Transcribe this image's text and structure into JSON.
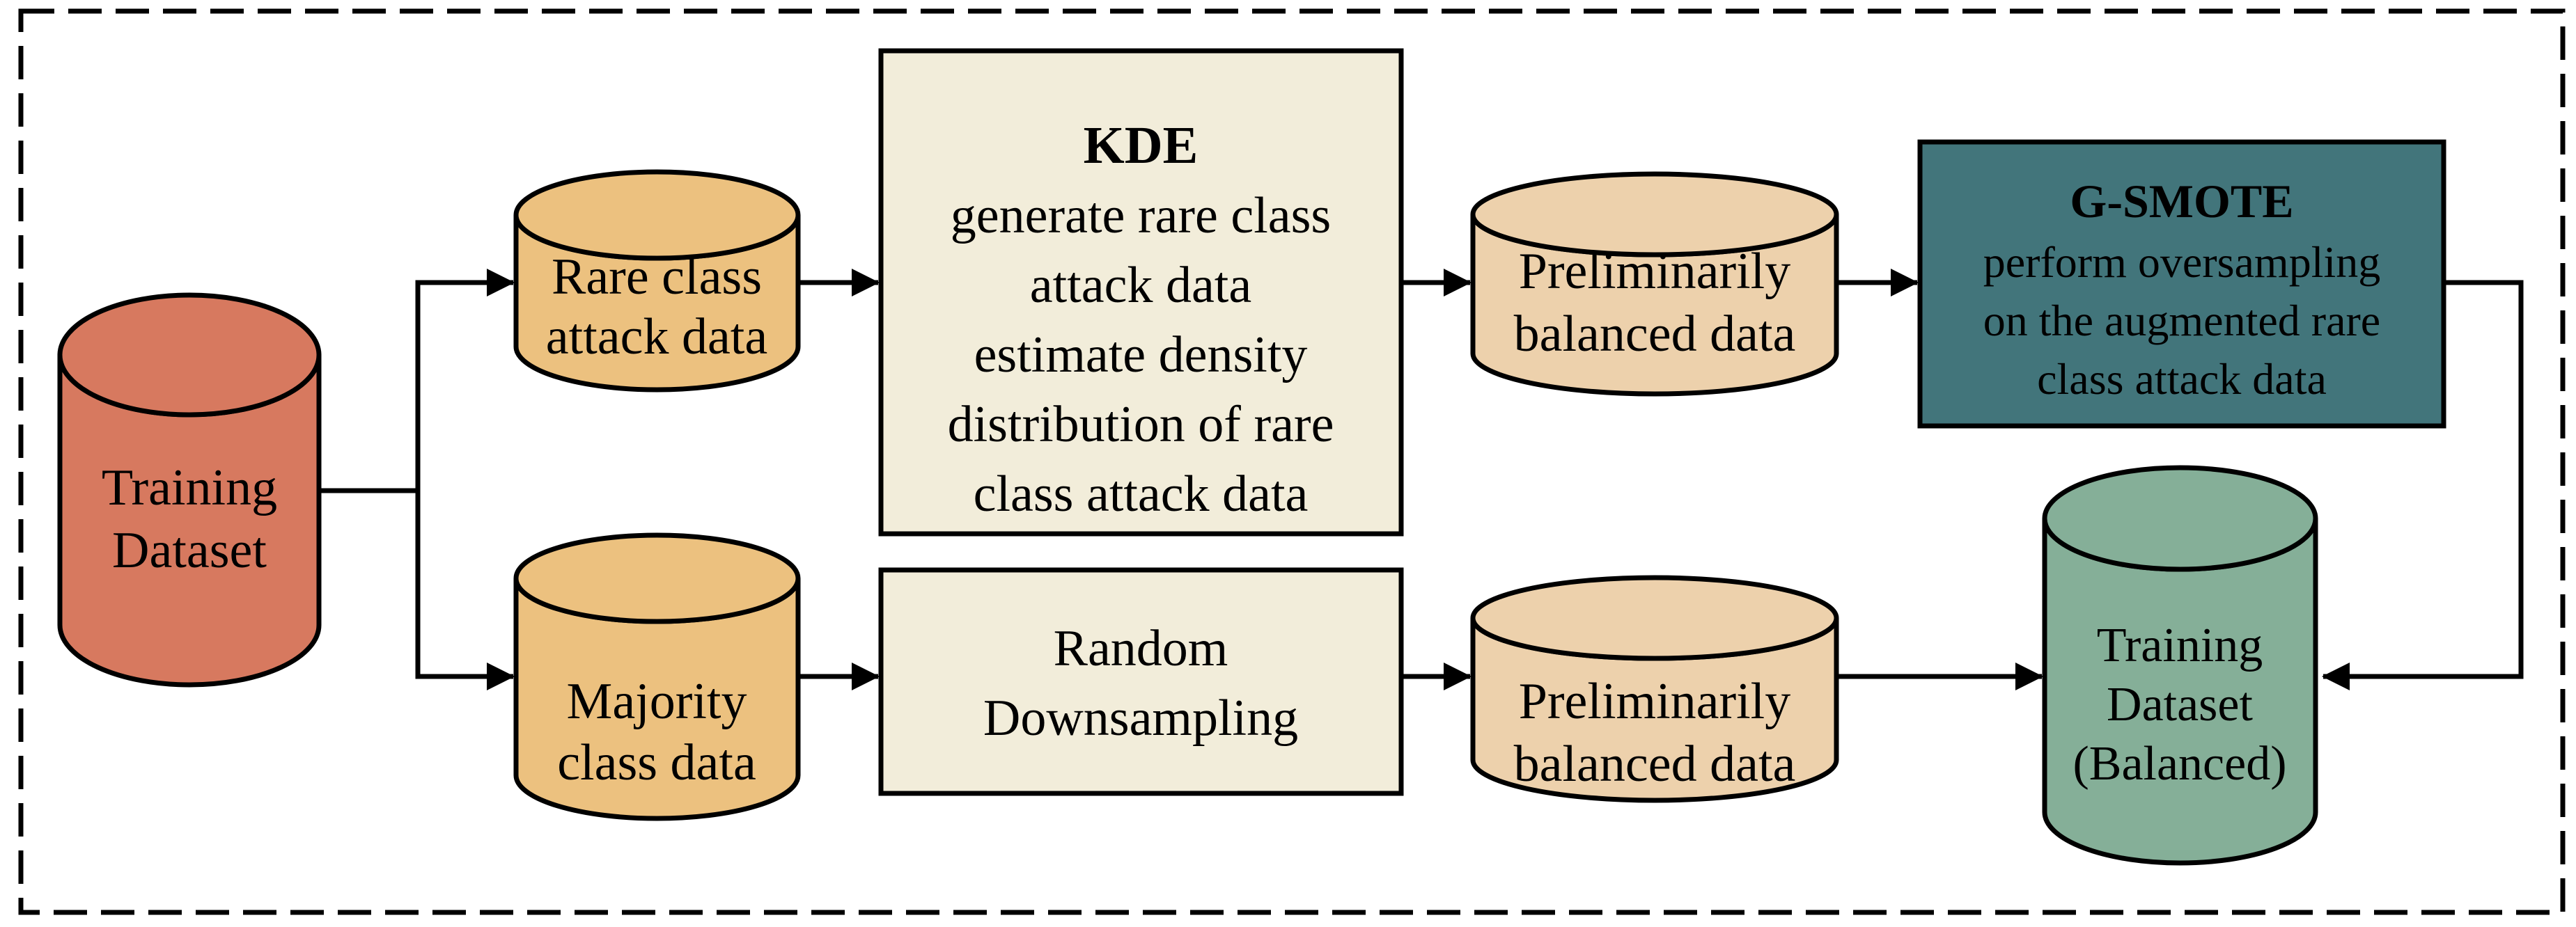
{
  "figure": {
    "background": "#ffffff",
    "line_color": "#000000",
    "text_color": "#000000",
    "border": {
      "style": "dashed",
      "color": "#000000"
    },
    "nodes": {
      "training_dataset": {
        "shape": "cylinder",
        "fill": "#D7795F",
        "lines": [
          "Training",
          "Dataset"
        ]
      },
      "rare_class_attack_data": {
        "shape": "cylinder",
        "fill": "#ECC17F",
        "lines": [
          "Rare class",
          "attack data"
        ]
      },
      "majority_class_data": {
        "shape": "cylinder",
        "fill": "#ECC17F",
        "lines": [
          "Majority",
          "class data"
        ]
      },
      "kde": {
        "shape": "process-box",
        "fill": "#F2EDDA",
        "title": "KDE",
        "lines": [
          "generate rare class",
          "attack data",
          "estimate density",
          "distribution of rare",
          "class attack data"
        ]
      },
      "random_downsampling": {
        "shape": "process-box",
        "fill": "#F2EDDA",
        "lines": [
          "Random",
          "Downsampling"
        ]
      },
      "preliminarily_balanced_top": {
        "shape": "cylinder",
        "fill": "#EDD1AC",
        "lines": [
          "Preliminarily",
          "balanced data"
        ]
      },
      "preliminarily_balanced_bottom": {
        "shape": "cylinder",
        "fill": "#EDD1AC",
        "lines": [
          "Preliminarily",
          "balanced data"
        ]
      },
      "g_smote": {
        "shape": "process-box",
        "fill": "#42757B",
        "title": "G-SMOTE",
        "lines": [
          "perform oversampling",
          "on the augmented rare",
          "class attack data"
        ]
      },
      "training_dataset_balanced": {
        "shape": "cylinder",
        "fill": "#85AF98",
        "lines": [
          "Training",
          "Dataset",
          "(Balanced)"
        ]
      }
    }
  }
}
